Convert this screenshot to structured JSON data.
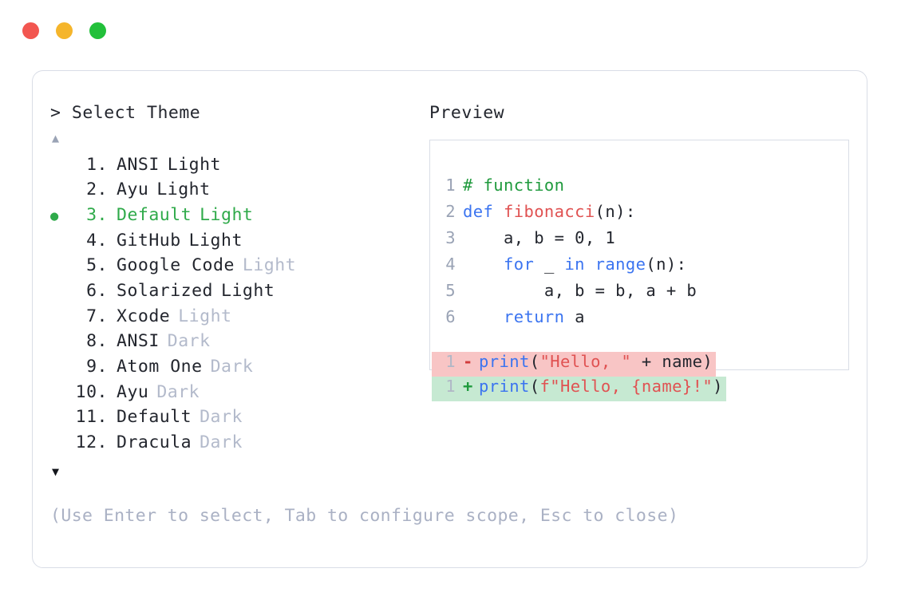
{
  "window": {
    "dots": [
      {
        "name": "close",
        "color": "#f25650"
      },
      {
        "name": "minimize",
        "color": "#f5b52b"
      },
      {
        "name": "maximize",
        "color": "#22c03a"
      }
    ]
  },
  "selector": {
    "prompt": "> Select Theme",
    "scroll_up_arrow": "▲",
    "scroll_down_arrow": "▼",
    "selected_index": 3,
    "selected_bullet": "●",
    "accent_color": "#2faa4a",
    "dim_color": "#b3bacb",
    "items": [
      {
        "index": "1.",
        "name": "ANSI",
        "variant": "Light",
        "dim_variant": false,
        "selected": false
      },
      {
        "index": "2.",
        "name": "Ayu",
        "variant": "Light",
        "dim_variant": false,
        "selected": false
      },
      {
        "index": "3.",
        "name": "Default",
        "variant": "Light",
        "dim_variant": false,
        "selected": true
      },
      {
        "index": "4.",
        "name": "GitHub",
        "variant": "Light",
        "dim_variant": false,
        "selected": false
      },
      {
        "index": "5.",
        "name": "Google Code",
        "variant": "Light",
        "dim_variant": true,
        "selected": false
      },
      {
        "index": "6.",
        "name": "Solarized",
        "variant": "Light",
        "dim_variant": false,
        "selected": false
      },
      {
        "index": "7.",
        "name": "Xcode",
        "variant": "Light",
        "dim_variant": true,
        "selected": false
      },
      {
        "index": "8.",
        "name": "ANSI",
        "variant": "Dark",
        "dim_variant": true,
        "selected": false
      },
      {
        "index": "9.",
        "name": "Atom One",
        "variant": "Dark",
        "dim_variant": true,
        "selected": false
      },
      {
        "index": "10.",
        "name": "Ayu",
        "variant": "Dark",
        "dim_variant": true,
        "selected": false
      },
      {
        "index": "11.",
        "name": "Default",
        "variant": "Dark",
        "dim_variant": true,
        "selected": false
      },
      {
        "index": "12.",
        "name": "Dracula",
        "variant": "Dark",
        "dim_variant": true,
        "selected": false
      }
    ]
  },
  "help": {
    "text": "(Use Enter to select, Tab to configure scope, Esc to close)"
  },
  "preview": {
    "label": "Preview",
    "code_lines": [
      {
        "number": "1",
        "tokens": [
          {
            "t": "# function",
            "c": "comment"
          }
        ]
      },
      {
        "number": "2",
        "tokens": [
          {
            "t": "def ",
            "c": "keyword"
          },
          {
            "t": "fibonacci",
            "c": "function"
          },
          {
            "t": "(n):",
            "c": "plain"
          }
        ]
      },
      {
        "number": "3",
        "tokens": [
          {
            "t": "    a, b = 0, 1",
            "c": "plain"
          }
        ]
      },
      {
        "number": "4",
        "tokens": [
          {
            "t": "    ",
            "c": "plain"
          },
          {
            "t": "for",
            "c": "keyword"
          },
          {
            "t": " _ ",
            "c": "plain"
          },
          {
            "t": "in ",
            "c": "keyword"
          },
          {
            "t": "range",
            "c": "builtin"
          },
          {
            "t": "(n):",
            "c": "plain"
          }
        ]
      },
      {
        "number": "5",
        "tokens": [
          {
            "t": "        a, b = b, a + b",
            "c": "plain"
          }
        ]
      },
      {
        "number": "6",
        "tokens": [
          {
            "t": "    ",
            "c": "plain"
          },
          {
            "t": "return",
            "c": "keyword"
          },
          {
            "t": " a",
            "c": "plain"
          }
        ]
      }
    ],
    "diff_lines": [
      {
        "number": "1",
        "marker": "-",
        "kind": "removed",
        "bg": "#f8c5c5",
        "tokens": [
          {
            "t": "print",
            "c": "builtin"
          },
          {
            "t": "(",
            "c": "plain"
          },
          {
            "t": "\"Hello, \"",
            "c": "string"
          },
          {
            "t": " + name)",
            "c": "plain"
          }
        ]
      },
      {
        "number": "1",
        "marker": "+",
        "kind": "added",
        "bg": "#c6e9d2",
        "tokens": [
          {
            "t": "print",
            "c": "builtin"
          },
          {
            "t": "(",
            "c": "plain"
          },
          {
            "t": "f\"Hello, {name}!\"",
            "c": "string"
          },
          {
            "t": ")",
            "c": "plain"
          }
        ]
      }
    ]
  }
}
